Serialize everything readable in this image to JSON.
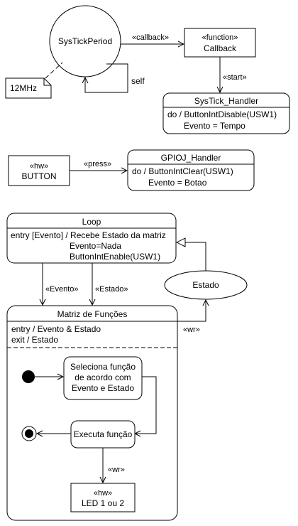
{
  "diagram": {
    "systick_period": "SysTickPeriod",
    "note_12mhz": "12MHz",
    "label_callback": "«callback»",
    "label_self": "self",
    "callback_box": {
      "stereotype": "«function»",
      "name": "Callback"
    },
    "label_start": "«start»",
    "systick_handler": {
      "title": "SysTick_Handler",
      "line1": "do / ButtonIntDisable(USW1)",
      "line2": "Evento = Tempo"
    },
    "button_box": {
      "stereotype": "«hw»",
      "name": "BUTTON"
    },
    "label_press": "«press»",
    "gpioj_handler": {
      "title": "GPIOJ_Handler",
      "line1": "do / ButtonIntClear(USW1)",
      "line2": "Evento = Botao"
    },
    "loop": {
      "title": "Loop",
      "line1": "entry [Evento] / Recebe Estado da matriz",
      "line2": "Evento=Nada",
      "line3": "ButtonIntEnable(USW1)"
    },
    "label_evento": "«Evento»",
    "label_estado": "«Estado»",
    "estado_node": "Estado",
    "label_wr_top": "«wr»",
    "matriz": {
      "title": "Matriz de Funções",
      "line1": "entry / Evento & Estado",
      "line2": "exit / Estado"
    },
    "seleciona": {
      "line1": "Seleciona função",
      "line2": "de acordo com",
      "line3": "Evento e Estado"
    },
    "executa": "Executa função",
    "label_wr_bottom": "«wr»",
    "led_box": {
      "stereotype": "«hw»",
      "name": "LED 1 ou 2"
    }
  }
}
